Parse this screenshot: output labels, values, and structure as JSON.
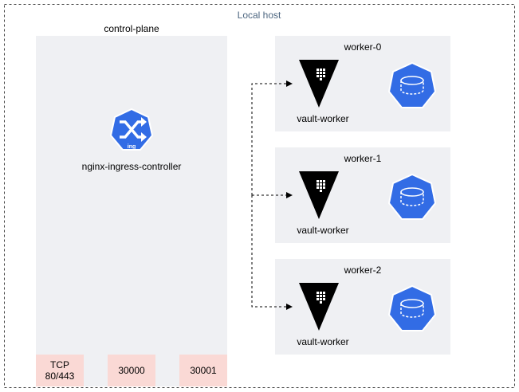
{
  "host": {
    "label": "Local host"
  },
  "control_plane": {
    "label": "control-plane",
    "ingress": {
      "label": "nginx-ingress-controller",
      "icon": "ingress-icon",
      "icon_text": "ing"
    },
    "ports": [
      {
        "label": "TCP\n80/443"
      },
      {
        "label": "30000"
      },
      {
        "label": "30001"
      }
    ]
  },
  "workers": [
    {
      "label": "worker-0",
      "vault_label": "vault-worker"
    },
    {
      "label": "worker-1",
      "vault_label": "vault-worker"
    },
    {
      "label": "worker-2",
      "vault_label": "vault-worker"
    }
  ],
  "colors": {
    "host_text": "#4d6680",
    "panel": "#eff0f3",
    "port": "#fad9d5",
    "k8s_blue": "#326ce5",
    "vault": "#000000"
  }
}
